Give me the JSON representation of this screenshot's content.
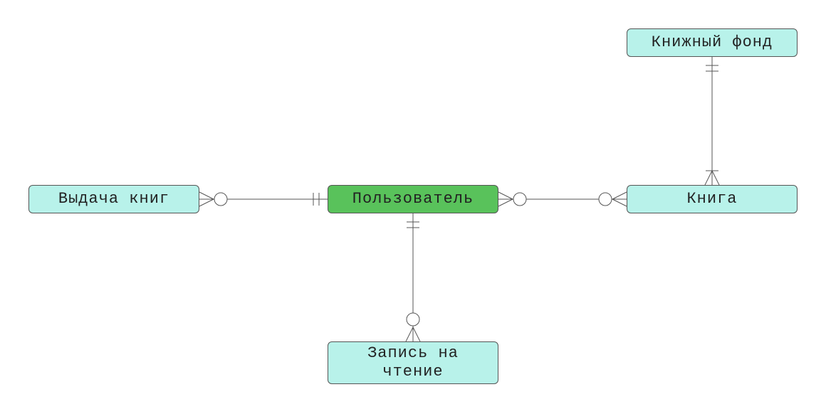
{
  "colors": {
    "entity_fill": "#b8f2ea",
    "central_fill": "#59c25b",
    "stroke": "#555555",
    "text": "#222222"
  },
  "entities": {
    "fond": {
      "label": "Книжный фонд"
    },
    "vydacha": {
      "label": "Выдача книг"
    },
    "user": {
      "label": "Пользователь"
    },
    "kniga": {
      "label": "Книга"
    },
    "zapis": {
      "label": "Запись на\nчтение"
    }
  },
  "relationships": [
    {
      "from": "fond",
      "to": "kniga",
      "from_end": "one-mandatory",
      "to_end": "many-mandatory"
    },
    {
      "from": "user",
      "to": "vydacha",
      "from_end": "one-mandatory",
      "to_end": "many-optional"
    },
    {
      "from": "user",
      "to": "kniga",
      "from_end": "many-optional",
      "to_end": "many-optional"
    },
    {
      "from": "user",
      "to": "zapis",
      "from_end": "one-mandatory",
      "to_end": "many-optional"
    }
  ]
}
